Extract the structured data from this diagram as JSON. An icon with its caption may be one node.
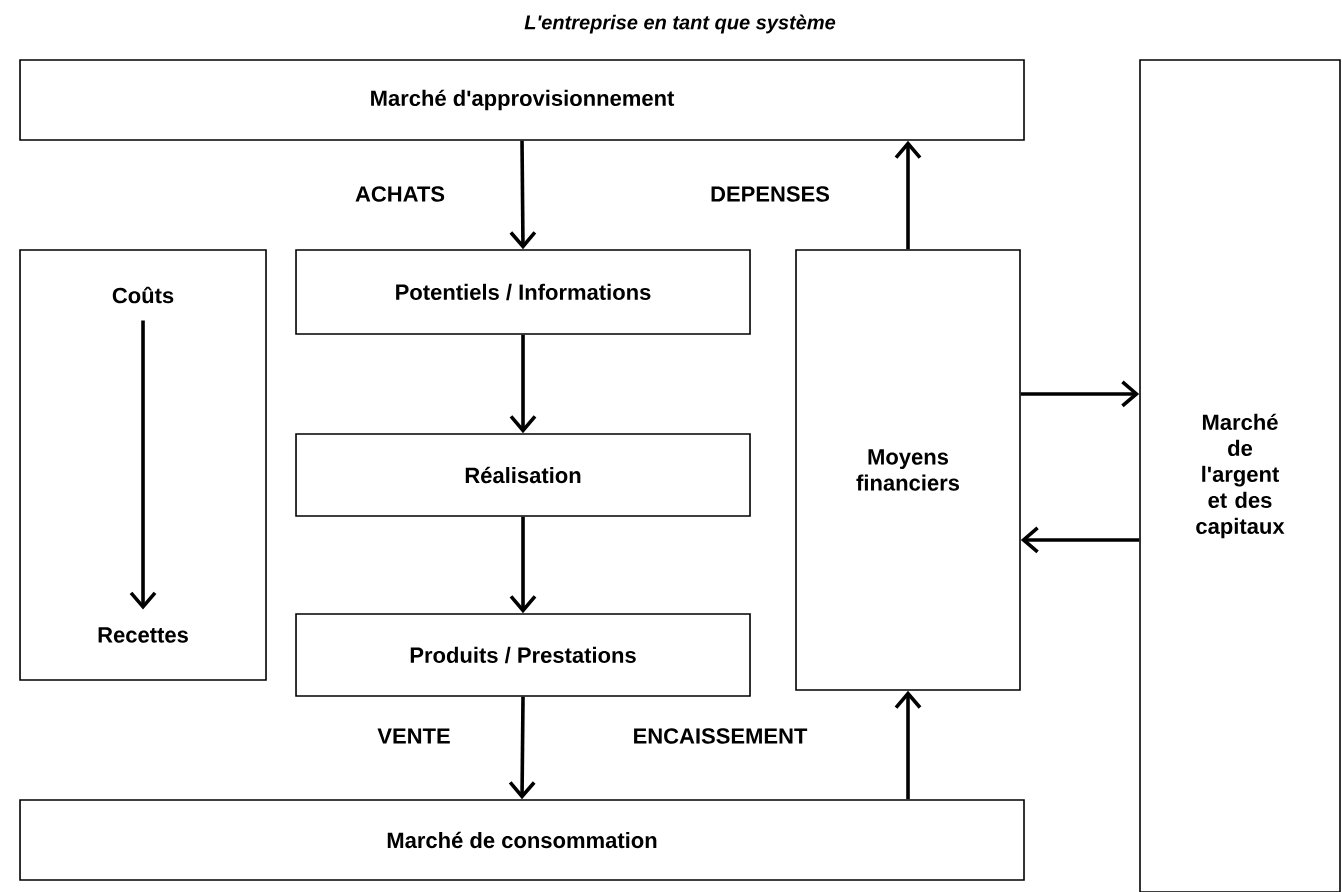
{
  "diagram": {
    "title": "L'entreprise en tant que système",
    "nodes": [
      {
        "text": [
          "Marché d'approvisionnement"
        ]
      },
      {
        "text": [],
        "shape": "box"
      },
      {
        "text": [
          "Coûts"
        ],
        "in": 1
      },
      {
        "text": [
          "Recettes"
        ],
        "in": 1
      },
      {
        "text": [
          "Potentiels / Informations"
        ]
      },
      {
        "text": [
          "Réalisation"
        ]
      },
      {
        "text": [
          "Produits / Prestations"
        ]
      },
      {
        "text": [
          "Moyens financiers"
        ]
      },
      {
        "text": [
          "Marché de l'argent et des capitaux"
        ]
      },
      {
        "text": [
          "Marché de consommation"
        ]
      }
    ],
    "edges": [
      {
        "from": 0,
        "to": 4,
        "arrow": "to",
        "label": "ACHATS"
      },
      {
        "from": 7,
        "to": 0,
        "arrow": "to",
        "label": "DEPENSES"
      },
      {
        "from": 2,
        "to": 3,
        "arrow": "to"
      },
      {
        "from": 4,
        "to": 5,
        "arrow": "to"
      },
      {
        "from": 5,
        "to": 6,
        "arrow": "to"
      },
      {
        "from": 6,
        "to": 9,
        "arrow": "to",
        "label": "VENTE"
      },
      {
        "from": 9,
        "to": 7,
        "arrow": "to",
        "label": "ENCAISSEMENT"
      },
      {
        "from": 7,
        "to": 8,
        "arrow": "to"
      },
      {
        "from": 8,
        "to": 7,
        "arrow": "to"
      }
    ]
  }
}
